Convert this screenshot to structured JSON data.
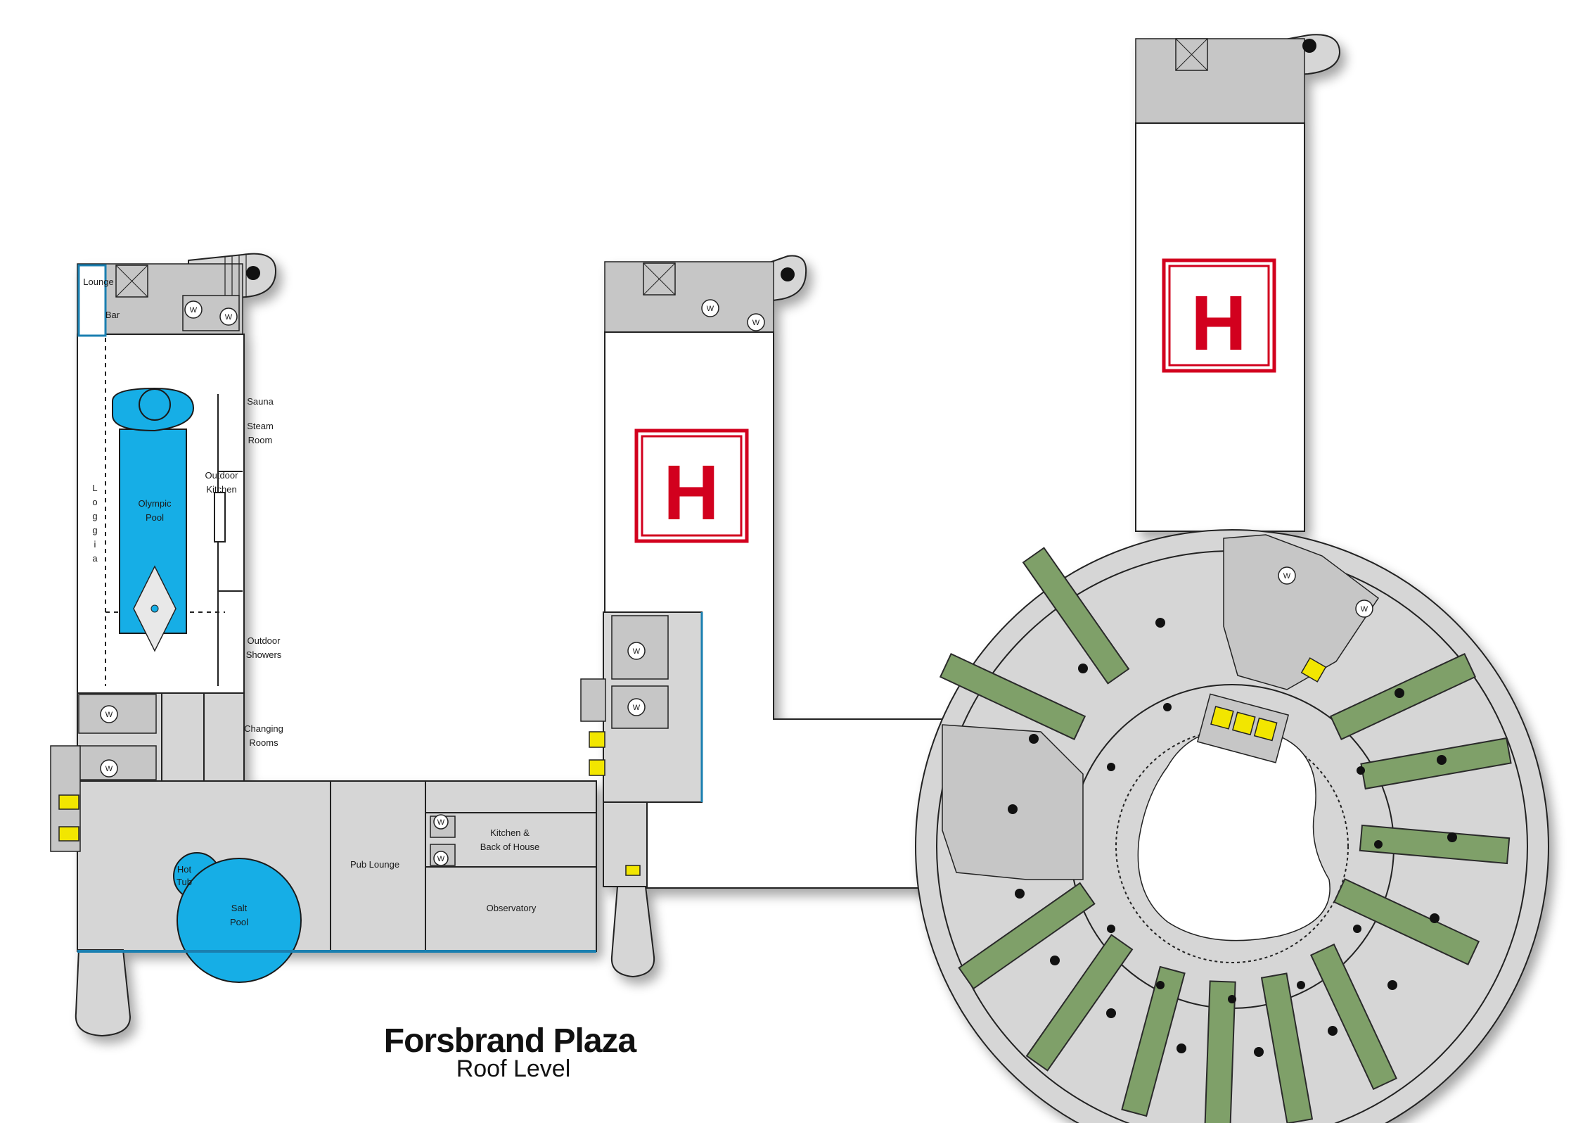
{
  "title": "Forsbrand Plaza",
  "subtitle": "Roof Level",
  "helipad_symbol": "H",
  "washroom_symbol": "W",
  "colors": {
    "water": "#16aee6",
    "helipad_red": "#d2001e",
    "elevator_yellow": "#f2e600",
    "planter_green": "#7fa069",
    "floor_grey": "#d6d6d6"
  },
  "rooms": {
    "lounge": "Lounge",
    "bar": "Bar",
    "sauna": "Sauna",
    "steam_room_1": "Steam",
    "steam_room_2": "Room",
    "outdoor_kitchen_1": "Outdoor",
    "outdoor_kitchen_2": "Kitchen",
    "olympic_pool_1": "Olympic",
    "olympic_pool_2": "Pool",
    "loggia": [
      "L",
      "o",
      "g",
      "g",
      "i",
      "a"
    ],
    "outdoor_showers_1": "Outdoor",
    "outdoor_showers_2": "Showers",
    "changing_rooms_1": "Changing",
    "changing_rooms_2": "Rooms",
    "hot_tub_1": "Hot",
    "hot_tub_2": "Tub",
    "salt_pool_1": "Salt",
    "salt_pool_2": "Pool",
    "pub_lounge": "Pub Lounge",
    "kitchen_boh_1": "Kitchen &",
    "kitchen_boh_2": "Back of House",
    "observatory": "Observatory"
  }
}
